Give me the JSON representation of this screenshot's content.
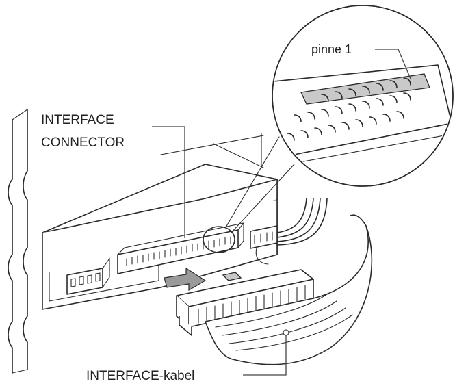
{
  "labels": {
    "pin1": "pinne 1",
    "interface_connector_line1": "INTERFACE",
    "interface_connector_line2": "CONNECTOR",
    "interface_cable": "INTERFACE-kabel"
  }
}
